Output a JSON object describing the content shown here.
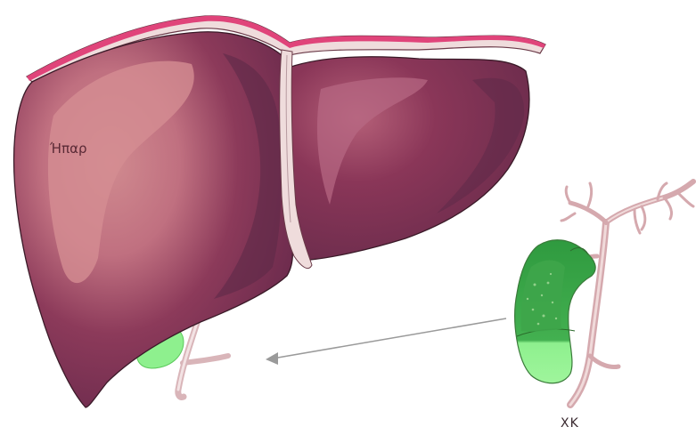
{
  "labels": {
    "liver": "Ήπαρ",
    "gallbladder": "ΧΚ"
  },
  "colors": {
    "liver_dark": "#7b2f52",
    "liver_mid": "#8c3a5a",
    "liver_highlight": "#c97b84",
    "liver_shadow": "#5e2a48",
    "capsule_pink": "#e0447a",
    "ligament": "#efdcdc",
    "bile_duct": "#e6c5c8",
    "gallbladder_light": "#8ef08e",
    "gallbladder_dark": "#2f9a3f",
    "arrow": "#9a9a9a"
  },
  "icons": {
    "arrow": "left-arrow"
  }
}
